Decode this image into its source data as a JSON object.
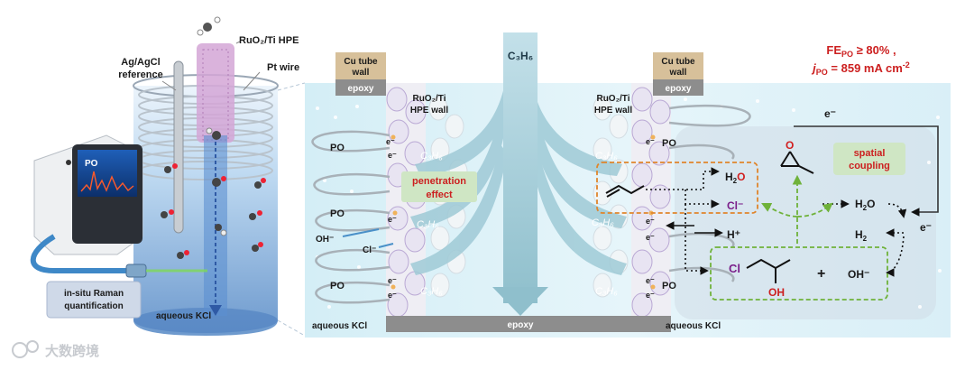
{
  "cell": {
    "electrode_label": "RuO₂/Ti HPE",
    "reference_label": "Ag/AgCl reference",
    "reference_line1": "Ag/AgCl",
    "reference_line2": "reference",
    "pt_wire_label": "Pt wire",
    "electrolyte_label": "aqueous KCl",
    "spectrometer_screen_text": "PO",
    "raman_label_line1": "in-situ Raman",
    "raman_label_line2": "quantification"
  },
  "cross_section": {
    "gas_label": "C₃H₆",
    "left_wall": {
      "cu_line1": "Cu tube",
      "cu_line2": "wall",
      "epoxy": "epoxy",
      "hpe_line1": "RuO₂/Ti",
      "hpe_line2": "HPE wall"
    },
    "right_wall": {
      "cu_line1": "Cu tube",
      "cu_line2": "wall",
      "epoxy": "epoxy",
      "hpe_line1": "RuO₂/Ti",
      "hpe_line2": "HPE wall"
    },
    "bottom_epoxy": "epoxy",
    "left_electrolyte": "aqueous KCl",
    "right_electrolyte": "aqueous KCl",
    "penetration_line1": "penetration",
    "penetration_line2": "effect",
    "left_species": {
      "po": "PO",
      "electron": "e⁻",
      "propylene": "C₃H₆",
      "hydroxide": "OH⁻",
      "chloride": "Cl⁻"
    },
    "right_species": {
      "po": "PO",
      "electron": "e⁻",
      "propylene": "C₃H₆"
    }
  },
  "mechanism": {
    "fe_text": "FEₚₒ ≥ 80% ,",
    "j_text": "jₚₒ = 859 mA cm⁻²",
    "fe_prefix": "FE",
    "fe_sub": "PO",
    "fe_value": " ≥ 80% ,",
    "j_prefix": "j",
    "j_sub": "PO",
    "j_value": " = 859 mA cm",
    "j_exp": "-2",
    "spatial_line1": "spatial",
    "spatial_line2": "coupling",
    "water": "H₂O",
    "water_h": "H",
    "water_sub": "2",
    "water_o": "O",
    "chloride": "Cl⁻",
    "proton": "H⁺",
    "hydrogen": "H₂",
    "hydrogen_h": "H",
    "hydrogen_sub": "2",
    "water2_h": "H",
    "water2_sub": "2",
    "water2_o": "O",
    "chlorohydrin_cl": "Cl",
    "chlorohydrin_oh": "OH",
    "plus": "+",
    "hydroxide": "OH⁻",
    "electron_top": "e⁻",
    "electron_right": "e⁻"
  },
  "watermark": "大数跨境",
  "colors": {
    "panel_bg": "#e3f3f8",
    "gas_arrow": "#9fcad6",
    "title_red": "#cc1f1f",
    "cl_purple": "#7a1f8a",
    "o_red": "#d11e1e",
    "orange_dash": "#e0852b",
    "green_dash": "#6fb23a",
    "label_box": "#cfd9e8",
    "cu_box": "#d7c09a",
    "epoxy_box": "#8d8d8d"
  }
}
